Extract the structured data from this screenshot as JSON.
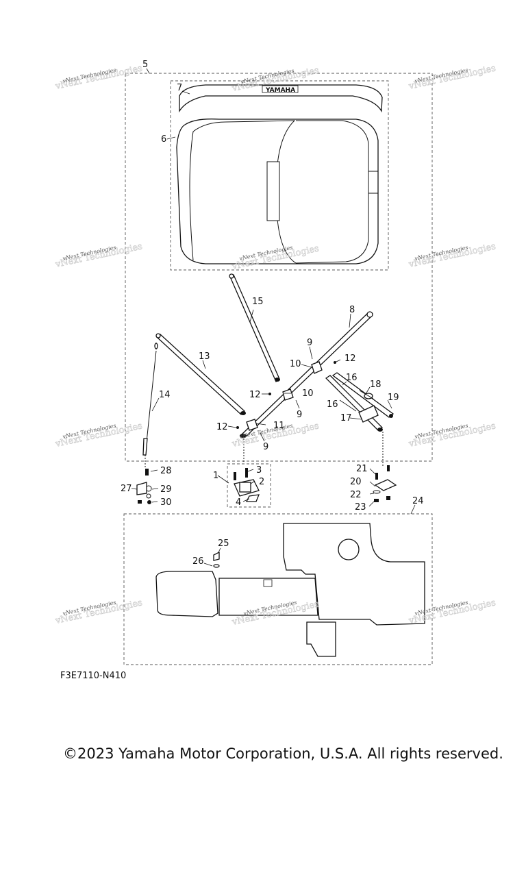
{
  "diagram": {
    "callouts": [
      {
        "id": "5",
        "label": "5"
      },
      {
        "id": "7",
        "label": "7"
      },
      {
        "id": "6",
        "label": "6"
      },
      {
        "id": "15",
        "label": "15"
      },
      {
        "id": "8",
        "label": "8"
      },
      {
        "id": "13",
        "label": "13"
      },
      {
        "id": "9a",
        "label": "9"
      },
      {
        "id": "10a",
        "label": "10"
      },
      {
        "id": "12a",
        "label": "12"
      },
      {
        "id": "16a",
        "label": "16"
      },
      {
        "id": "18",
        "label": "18"
      },
      {
        "id": "14",
        "label": "14"
      },
      {
        "id": "12b",
        "label": "12"
      },
      {
        "id": "10b",
        "label": "10"
      },
      {
        "id": "16b",
        "label": "16"
      },
      {
        "id": "19",
        "label": "19"
      },
      {
        "id": "9b",
        "label": "9"
      },
      {
        "id": "17",
        "label": "17"
      },
      {
        "id": "12c",
        "label": "12"
      },
      {
        "id": "11",
        "label": "11"
      },
      {
        "id": "9c",
        "label": "9"
      },
      {
        "id": "28",
        "label": "28"
      },
      {
        "id": "3",
        "label": "3"
      },
      {
        "id": "21",
        "label": "21"
      },
      {
        "id": "1",
        "label": "1"
      },
      {
        "id": "2",
        "label": "2"
      },
      {
        "id": "27",
        "label": "27"
      },
      {
        "id": "29",
        "label": "29"
      },
      {
        "id": "20",
        "label": "20"
      },
      {
        "id": "22",
        "label": "22"
      },
      {
        "id": "4",
        "label": "4"
      },
      {
        "id": "30",
        "label": "30"
      },
      {
        "id": "23",
        "label": "23"
      },
      {
        "id": "24",
        "label": "24"
      },
      {
        "id": "25",
        "label": "25"
      },
      {
        "id": "26",
        "label": "26"
      }
    ],
    "watermark_text": "vNext Technologies",
    "logo_text": "YAMAHA"
  },
  "figure_code": "F3E7110-N410",
  "copyright": "©2023 Yamaha Motor Corporation, U.S.A. All rights reserved."
}
